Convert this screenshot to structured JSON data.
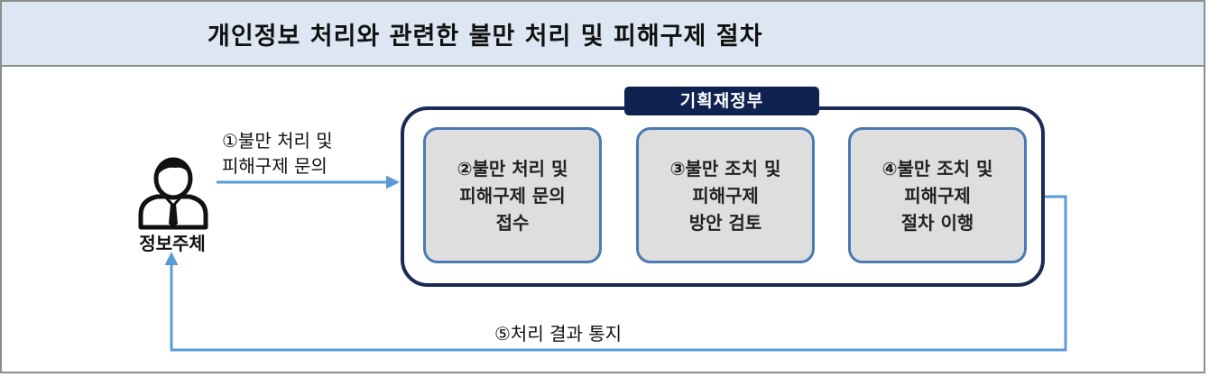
{
  "title": "개인정보 처리와 관련한 불만 처리 및 피해구제 절차",
  "ministry_label": "기획재정부",
  "subject_label": "정보주체",
  "person_icon": "person-icon",
  "edges": {
    "inquiry_label": "①불만 처리 및\n피해구제 문의",
    "notice_label": "⑤처리 결과 통지"
  },
  "steps": [
    {
      "label": "②불만 처리 및\n피해구제 문의\n접수"
    },
    {
      "label": "③불만 조치 및\n피해구제\n방안 검토"
    },
    {
      "label": "④불만 조치 및\n피해구제\n절차 이행"
    }
  ],
  "colors": {
    "header_bg": "#dde7f3",
    "ministry_navy": "#0f2250",
    "step_fill": "#dedede",
    "step_border": "#4a79b3",
    "arrow": "#5b9bd5"
  }
}
